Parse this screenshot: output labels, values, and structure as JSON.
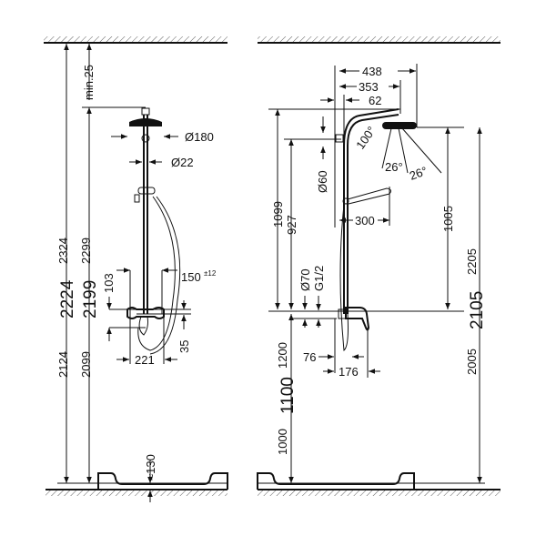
{
  "left_view": {
    "overall_heights": [
      "2324",
      "2224",
      "2124"
    ],
    "head_heights": [
      "2299",
      "2199",
      "2099"
    ],
    "ceiling_clearance": "min.25",
    "head_diameter": "Ø180",
    "rail_diameter": "Ø22",
    "mixer_offset": "103",
    "spout_projection": "150",
    "spout_tolerance": "±12",
    "mixer_height": "35",
    "mixer_width": "221",
    "tray_height": "≈130"
  },
  "right_view": {
    "arm_reach_total": "438",
    "arm_reach_head": "353",
    "wall_offset": "62",
    "spray_angle": "100°",
    "angle_a": "26°",
    "angle_b": "26°",
    "bracket_diameter": "Ø60",
    "hand_shower_length": "300",
    "column_height": "1099",
    "bracket_height": "927",
    "escutcheon_diameter": "Ø70",
    "connection_thread": "G1/2",
    "head_above_mixer": "1005",
    "overall_heights": [
      "2205",
      "2105",
      "2005"
    ],
    "mixer_heights": [
      "1200",
      "1100",
      "1000"
    ],
    "spout_offset": "76",
    "mixer_depth": "176"
  }
}
